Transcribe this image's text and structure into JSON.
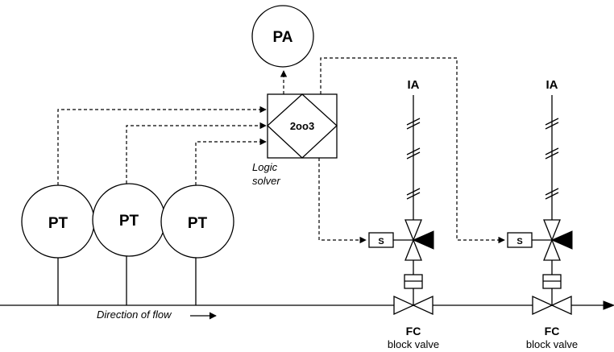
{
  "labels": {
    "pa": "PA",
    "pt": [
      "PT",
      "PT",
      "PT"
    ],
    "voter": "2oo3",
    "logic_solver": [
      "Logic",
      "solver"
    ],
    "ia": [
      "IA",
      "IA"
    ],
    "solenoid": [
      "S",
      "S"
    ],
    "fc": [
      "FC",
      "FC"
    ],
    "block_valve": [
      "block valve",
      "block valve"
    ],
    "direction": "Direction of flow"
  }
}
